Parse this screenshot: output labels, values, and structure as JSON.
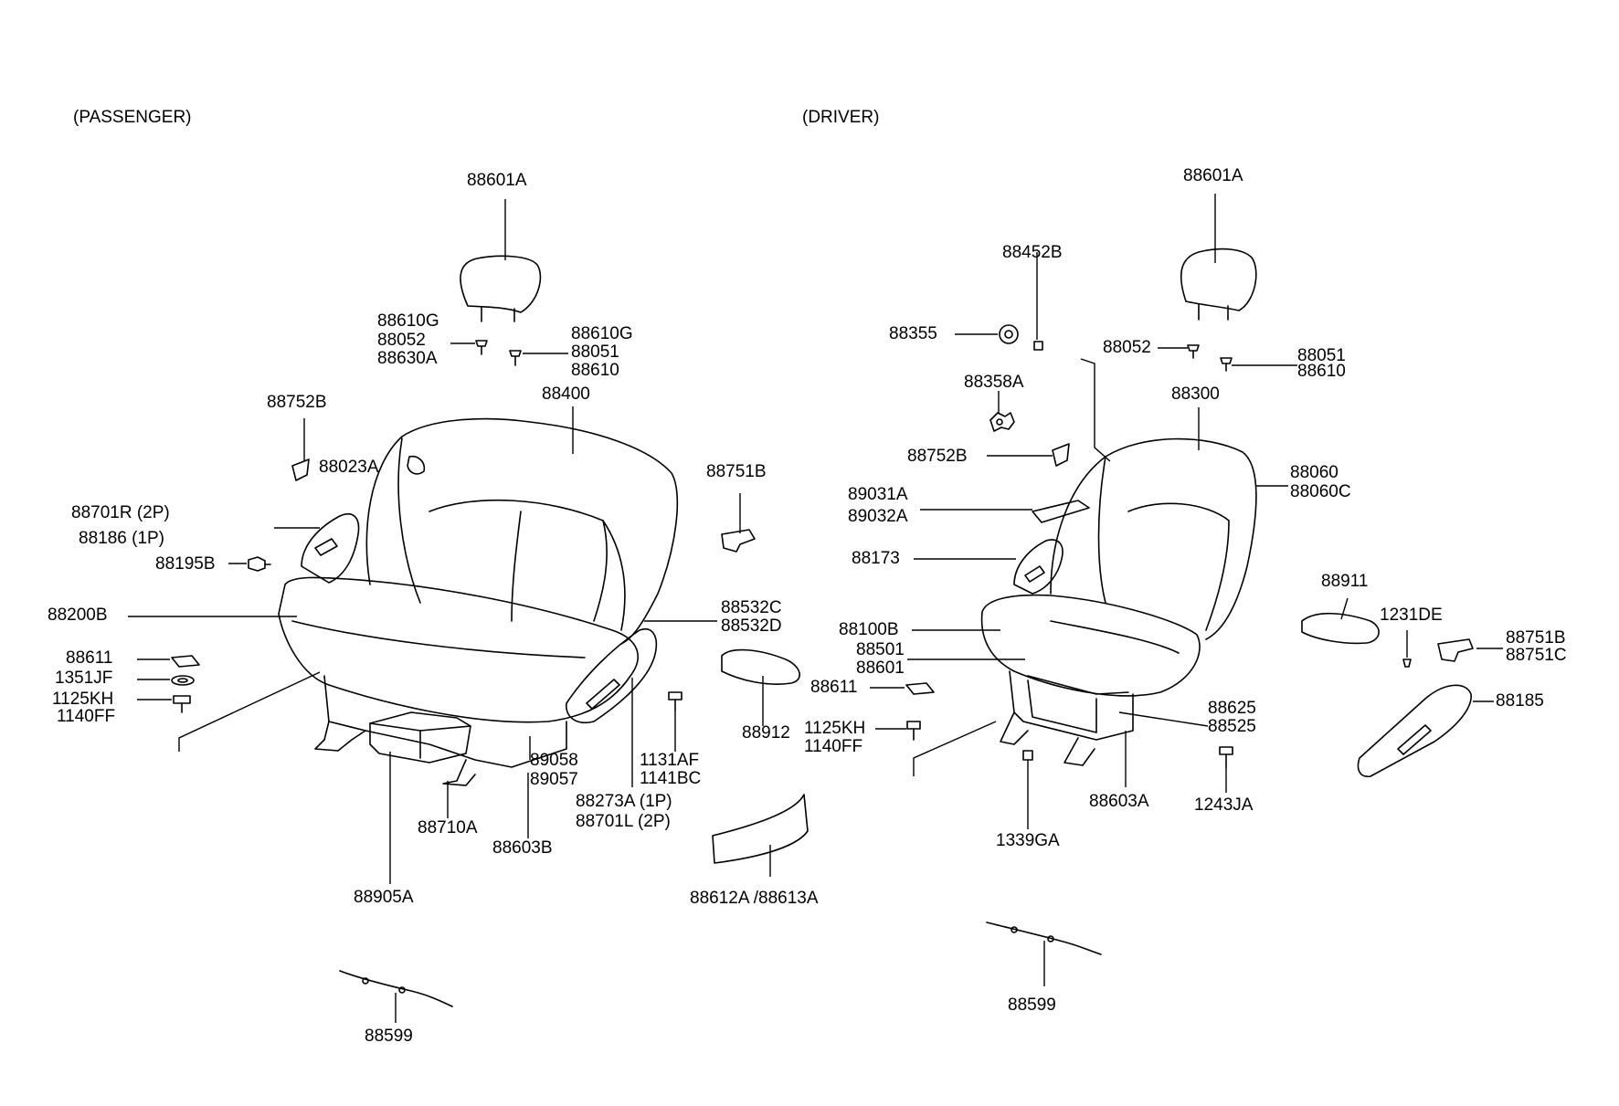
{
  "sections": {
    "passenger": "(PASSENGER)",
    "driver": "(DRIVER)"
  },
  "passenger": {
    "headrest": "88601A",
    "guide_a": [
      "88610G",
      "88052",
      "88630A"
    ],
    "guide_b": [
      "88610G",
      "88051",
      "88610"
    ],
    "back": "88400",
    "bracket_b": "88752B",
    "cover_a": "88023A",
    "lever": [
      "88701R (2P)",
      "88186 (1P)"
    ],
    "knob": "88195B",
    "cushion": "88200B",
    "clip": "88611",
    "washer": "1351JF",
    "bolt": [
      "1125KH",
      "1140FF"
    ],
    "hinge_cover": [
      "88532C",
      "88532D"
    ],
    "bracket_751": "88751B",
    "side_cover": "88912",
    "bolt_r": [
      "1131AF",
      "1141BC"
    ],
    "slide_a": "88710A",
    "frame": "88603B",
    "ring": [
      "89058",
      "89057"
    ],
    "recliner": [
      "88273A (1P)",
      "88701L (2P)"
    ],
    "tray": "88905A",
    "trim": "88612A /88613A",
    "cable": "88599"
  },
  "driver": {
    "headrest": "88601A",
    "cap": "88452B",
    "knob": "88355",
    "knob2": "88358A",
    "guide_a": "88052",
    "guide_b": [
      "88051",
      "88610"
    ],
    "back": "88300",
    "bracket_b": "88752B",
    "cover": [
      "88060",
      "88060C"
    ],
    "armrest": [
      "89031A",
      "89032A"
    ],
    "lever": "88173",
    "cushion": "88100B",
    "track": [
      "88501",
      "88601"
    ],
    "clip": "88611",
    "bolt": [
      "1125KH",
      "1140FF"
    ],
    "frame_side": [
      "88625",
      "88525"
    ],
    "frame": "88603A",
    "nut": "1339GA",
    "bolt2": "1243JA",
    "side_cover": "88911",
    "screw": "1231DE",
    "bracket_751": [
      "88751B",
      "88751C"
    ],
    "recliner_cover": "88185",
    "cable": "88599"
  }
}
